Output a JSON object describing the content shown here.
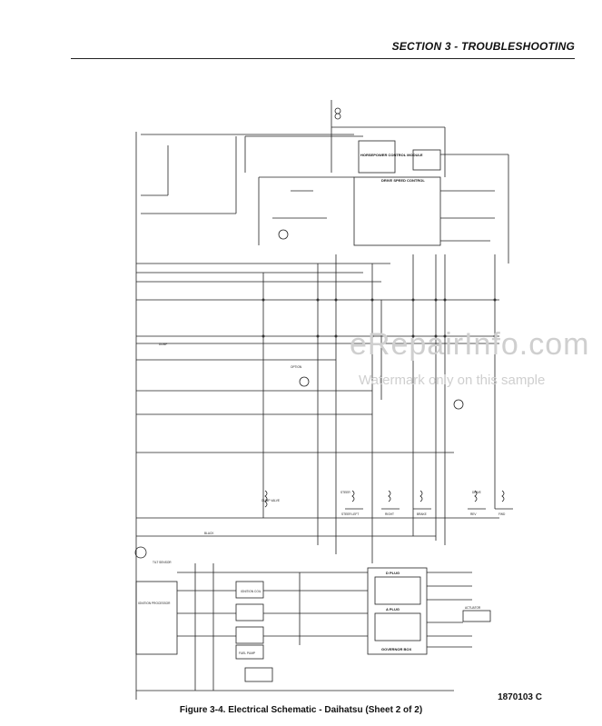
{
  "header": {
    "section_title": "SECTION 3 - TROUBLESHOOTING"
  },
  "figure": {
    "number": "1870103 C",
    "caption": "Figure 3-4.  Electrical Schematic - Daihatsu (Sheet 2 of 2)"
  },
  "watermark": {
    "main": "eRepairInfo.com",
    "sub": "Watermark only on this sample"
  },
  "diagram_labels": {
    "horsepower_module": "HORSEPOWER CONTROL MODULE",
    "drive_speed_control": "DRIVE SPEED CONTROL",
    "governor_box": "GOVERNOR BOX",
    "d_plug": "D PLUG",
    "a_plug": "A PLUG",
    "actuator": "ACTUATOR",
    "option": "OPTION",
    "dump": "DUMP",
    "steer_left": "STEER LEFT",
    "steer_right": "RIGHT",
    "brake": "BRAKE",
    "drive_rev": "REV",
    "drive_fwd": "FWD",
    "drive": "DRIVE",
    "steer": "STEER",
    "black": "BLACK",
    "ignition_coil": "IGNITION COIL",
    "fuel_pump": "FUEL PUMP",
    "ignition_processor": "IGNITION PROCESSOR",
    "tilt_sensor": "TILT SENSOR",
    "dump_valve": "DUMP VALVE"
  }
}
